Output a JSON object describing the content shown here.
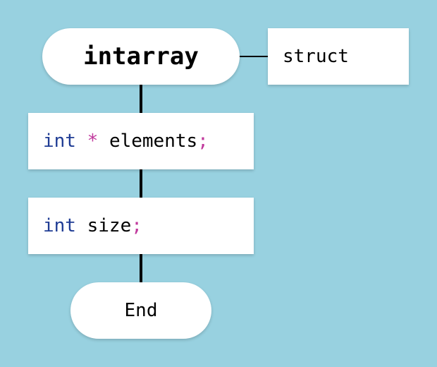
{
  "struct_node": {
    "title": "intarray"
  },
  "annotation": {
    "label": "struct"
  },
  "fields": [
    {
      "type": "int",
      "pointer": "*",
      "name": "elements",
      "terminator": ";"
    },
    {
      "type": "int",
      "name": "size",
      "terminator": ";"
    }
  ],
  "end_node": {
    "label": "End"
  },
  "colors": {
    "background": "#98d1e0",
    "node_fill": "#ffffff",
    "keyword": "#1f3c94",
    "operator": "#c0389c",
    "connector": "#000000"
  }
}
